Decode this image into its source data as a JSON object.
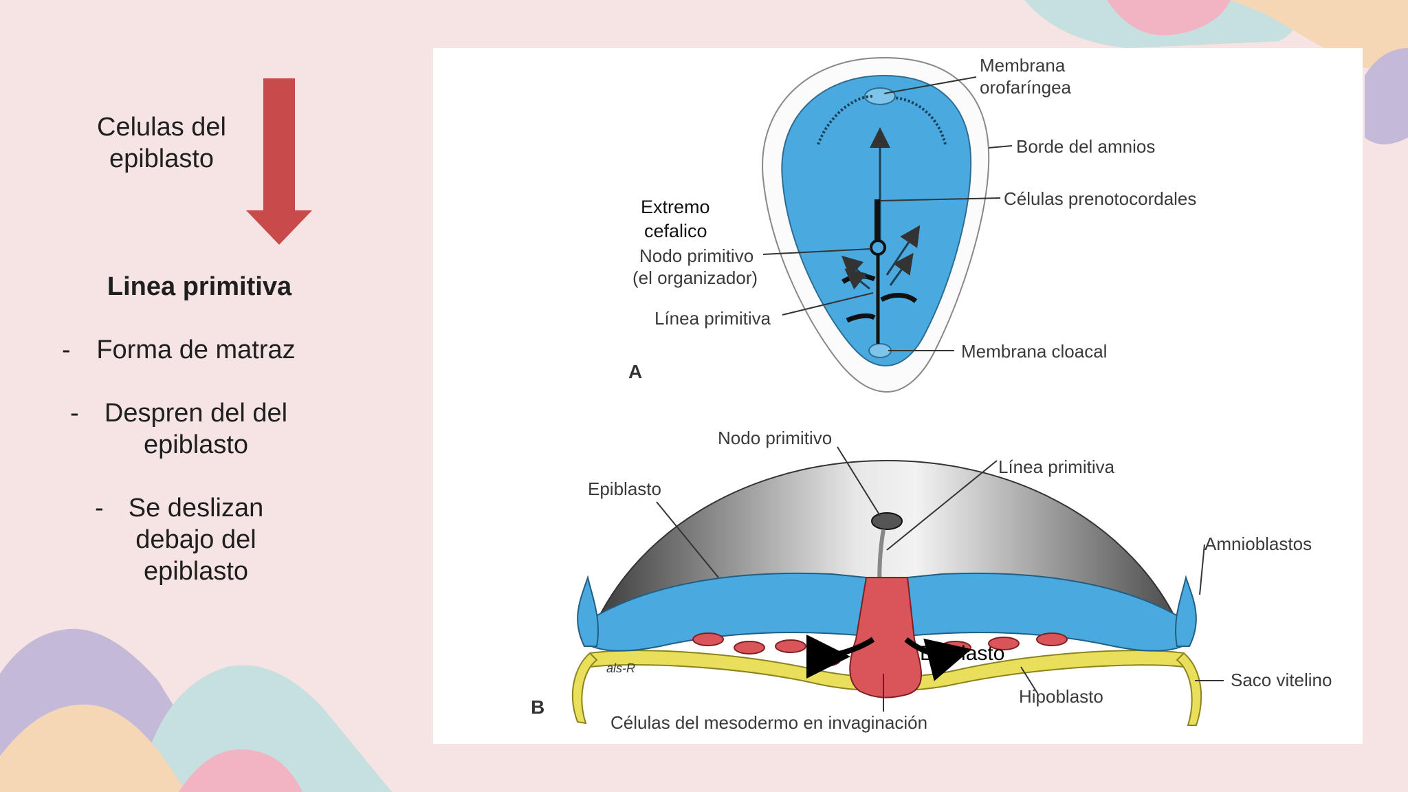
{
  "colors": {
    "background": "#f6e3e3",
    "arrow": "#c84a4a",
    "embryo_blue": "#4aa9de",
    "mesoderm_red": "#d9555a",
    "hypoblast_yellow": "#e9df5a",
    "deco_lilac": "#c5b9d8",
    "deco_mint": "#c6dfdf",
    "deco_peach": "#f5d7b5",
    "deco_pink": "#f2b3c3"
  },
  "left": {
    "top_label": [
      "Celulas del",
      "epiblasto"
    ],
    "arrow_icon": "down-arrow-icon",
    "heading": "Linea primitiva",
    "bullets": [
      {
        "dash": "-",
        "lines": [
          "Forma de matraz"
        ]
      },
      {
        "dash": "-",
        "lines": [
          "Despren del del",
          "epiblasto"
        ]
      },
      {
        "dash": "-",
        "lines": [
          "Se deslizan",
          "debajo del",
          "epiblasto"
        ]
      }
    ]
  },
  "figure": {
    "panel_a": {
      "letter": "A",
      "labels": {
        "membrana": [
          "Membrana",
          "orofaríngea"
        ],
        "borde": "Borde del amnios",
        "prenotocordales": "Células prenotocordales",
        "extremo": [
          "Extremo",
          "cefalico"
        ],
        "nodo": [
          "Nodo primitivo",
          "(el organizador)"
        ],
        "linea": "Línea primitiva",
        "cloacal": "Membrana cloacal"
      }
    },
    "panel_b": {
      "letter": "B",
      "labels": {
        "nodo": "Nodo primitivo",
        "linea": "Línea primitiva",
        "epiblasto": "Epiblasto",
        "amnioblastos": "Amnioblastos",
        "overlay": "Epiblasto",
        "saco": "Saco vitelino",
        "hipoblasto": "Hipoblasto",
        "mesodermo": "Células del mesodermo en invaginación",
        "signature": "als-R"
      }
    }
  }
}
